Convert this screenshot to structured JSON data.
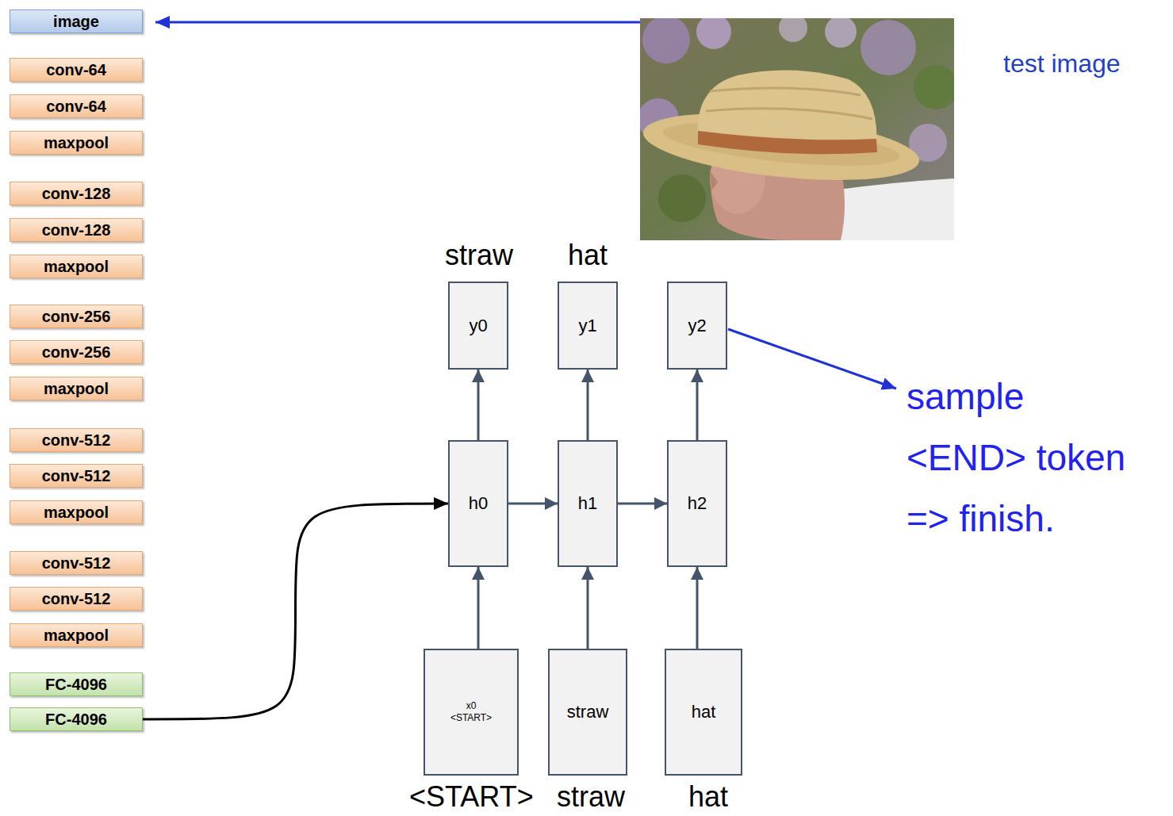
{
  "diagram": {
    "nodes": [
      {
        "text": [
          "image"
        ]
      },
      {
        "text": [
          "conv-64"
        ]
      },
      {
        "text": [
          "conv-64"
        ]
      },
      {
        "text": [
          "maxpool"
        ]
      },
      {
        "text": [
          "conv-128"
        ]
      },
      {
        "text": [
          "conv-128"
        ]
      },
      {
        "text": [
          "maxpool"
        ]
      },
      {
        "text": [
          "conv-256"
        ]
      },
      {
        "text": [
          "conv-256"
        ]
      },
      {
        "text": [
          "maxpool"
        ]
      },
      {
        "text": [
          "conv-512"
        ]
      },
      {
        "text": [
          "conv-512"
        ]
      },
      {
        "text": [
          "maxpool"
        ]
      },
      {
        "text": [
          "conv-512"
        ]
      },
      {
        "text": [
          "conv-512"
        ]
      },
      {
        "text": [
          "maxpool"
        ]
      },
      {
        "text": [
          "FC-4096"
        ]
      },
      {
        "text": [
          "FC-4096"
        ]
      },
      {
        "text": [
          "y0"
        ]
      },
      {
        "text": [
          "y1"
        ]
      },
      {
        "text": [
          "y2"
        ]
      },
      {
        "text": [
          "h0"
        ]
      },
      {
        "text": [
          "h1"
        ]
      },
      {
        "text": [
          "h2"
        ]
      },
      {
        "text": [
          "x0",
          "<START>"
        ]
      },
      {
        "text": [
          "straw"
        ]
      },
      {
        "text": [
          "hat"
        ]
      }
    ],
    "edges": [
      {
        "from": 17,
        "to": 21,
        "arrow": "to"
      },
      {
        "from": 21,
        "to": 22,
        "arrow": "to"
      },
      {
        "from": 22,
        "to": 23,
        "arrow": "to"
      },
      {
        "from": 24,
        "to": 21,
        "arrow": "to"
      },
      {
        "from": 25,
        "to": 22,
        "arrow": "to"
      },
      {
        "from": 26,
        "to": 23,
        "arrow": "to"
      },
      {
        "from": 21,
        "to": 18,
        "arrow": "to"
      },
      {
        "from": 22,
        "to": 19,
        "arrow": "to"
      },
      {
        "from": 23,
        "to": 20,
        "arrow": "to"
      }
    ],
    "labels": [
      "straw",
      "hat",
      "test image",
      "sample <END> token => finish.",
      "<START>",
      "straw",
      "hat"
    ]
  }
}
